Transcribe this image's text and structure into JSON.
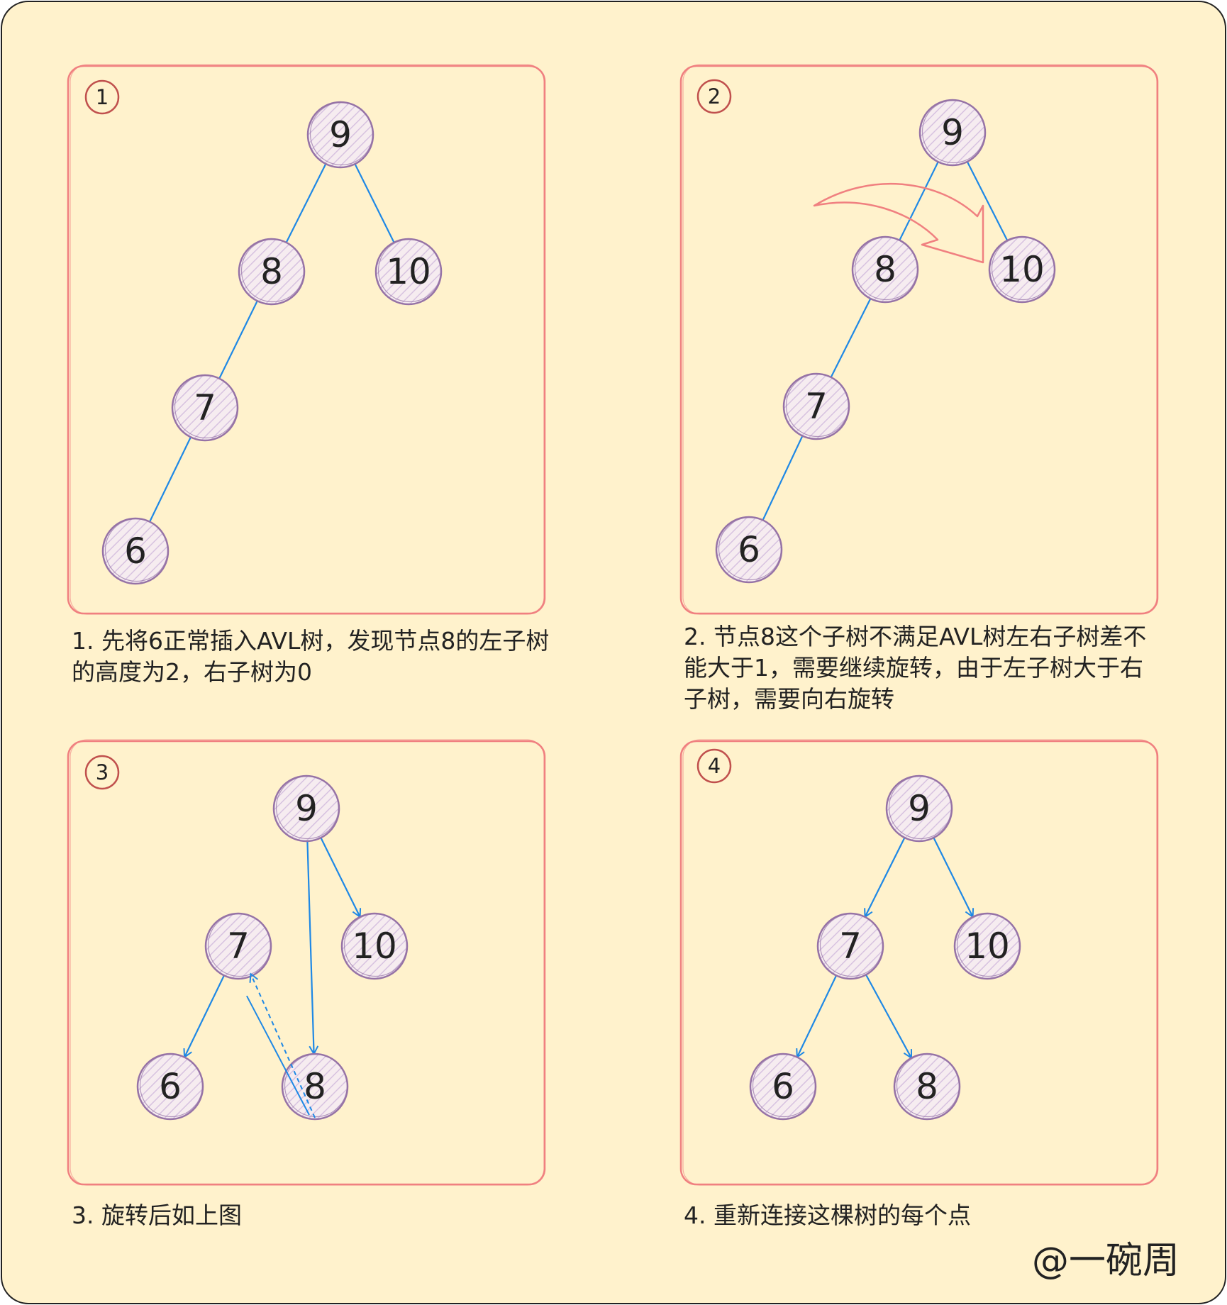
{
  "colors": {
    "background": "#fff2cc",
    "border": "#222222",
    "panel_stroke": "#f08080",
    "node_fill": "#e8d5ea",
    "node_stroke": "#9673a6",
    "edge": "#1e88e5",
    "rotate_arrow": "#f08080",
    "text": "#222222"
  },
  "panels": [
    {
      "badge": "1",
      "caption": "1. 先将6正常插入AVL树，发现节点8的左子树的高度为2，右子树为0",
      "nodes": [
        {
          "id": "9",
          "label": "9"
        },
        {
          "id": "8",
          "label": "8"
        },
        {
          "id": "10",
          "label": "10"
        },
        {
          "id": "7",
          "label": "7"
        },
        {
          "id": "6",
          "label": "6"
        }
      ],
      "edges": [
        [
          "9",
          "8"
        ],
        [
          "9",
          "10"
        ],
        [
          "8",
          "7"
        ],
        [
          "7",
          "6"
        ]
      ]
    },
    {
      "badge": "2",
      "caption": "2. 节点8这个子树不满足AVL树左右子树差不能大于1，需要继续旋转，由于左子树大于右子树，需要向右旋转",
      "nodes": [
        {
          "id": "9",
          "label": "9"
        },
        {
          "id": "8",
          "label": "8"
        },
        {
          "id": "10",
          "label": "10"
        },
        {
          "id": "7",
          "label": "7"
        },
        {
          "id": "6",
          "label": "6"
        }
      ],
      "edges": [
        [
          "9",
          "8"
        ],
        [
          "9",
          "10"
        ],
        [
          "8",
          "7"
        ],
        [
          "7",
          "6"
        ]
      ],
      "rotation_arrow": "right"
    },
    {
      "badge": "3",
      "caption": "3. 旋转后如上图",
      "nodes": [
        {
          "id": "9",
          "label": "9"
        },
        {
          "id": "7",
          "label": "7"
        },
        {
          "id": "10",
          "label": "10"
        },
        {
          "id": "6",
          "label": "6"
        },
        {
          "id": "8",
          "label": "8"
        }
      ],
      "edges": [
        [
          "9",
          "10"
        ],
        [
          "9",
          "8"
        ],
        [
          "7",
          "6"
        ]
      ],
      "dashed_edges": [
        [
          "8",
          "7"
        ]
      ]
    },
    {
      "badge": "4",
      "caption": "4. 重新连接这棵树的每个点",
      "nodes": [
        {
          "id": "9",
          "label": "9"
        },
        {
          "id": "7",
          "label": "7"
        },
        {
          "id": "10",
          "label": "10"
        },
        {
          "id": "6",
          "label": "6"
        },
        {
          "id": "8",
          "label": "8"
        }
      ],
      "edges": [
        [
          "9",
          "7"
        ],
        [
          "9",
          "10"
        ],
        [
          "7",
          "6"
        ],
        [
          "7",
          "8"
        ]
      ]
    }
  ],
  "credit": "@一碗周"
}
